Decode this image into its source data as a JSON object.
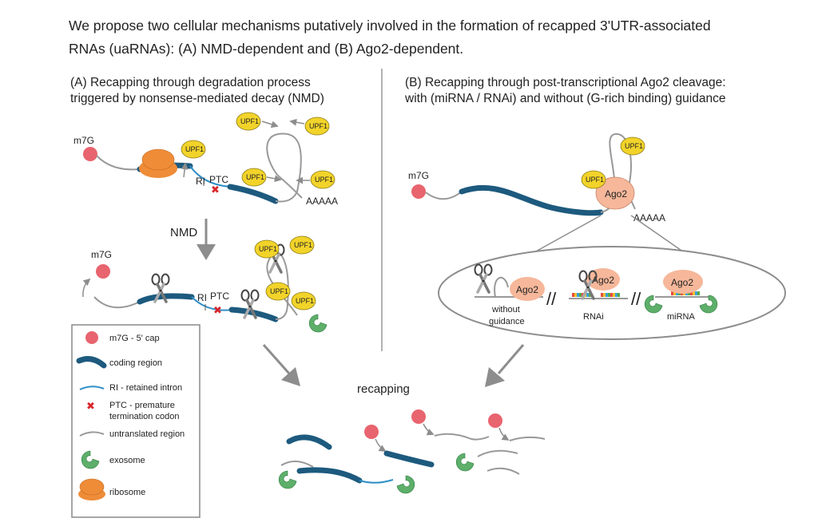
{
  "intro": {
    "line1": "We propose two cellular mechanisms putatively involved in the formation of recapped 3'UTR-associated",
    "line2": "RNAs (uaRNAs): (A) NMD-dependent and (B) Ago2-dependent."
  },
  "panel_a": {
    "title1": "(A) Recapping through degradation process",
    "title2": "triggered by nonsense-mediated decay (NMD)",
    "m7g": "m7G",
    "upf1": "UPF1",
    "ri": "RI",
    "ptc": "PTC",
    "polya": "AAAAA",
    "nmd": "NMD"
  },
  "panel_b": {
    "title1": "(B) Recapping through post-transcriptional Ago2 cleavage:",
    "title2": "with (miRNA / RNAi) and without (G-rich binding) guidance",
    "m7g": "m7G",
    "upf1": "UPF1",
    "ago2": "Ago2",
    "polya": "AAAAA",
    "without1": "without",
    "without2": "guidance",
    "rnai": "RNAi",
    "mirna": "miRNA"
  },
  "recapping": "recapping",
  "legend": {
    "items": [
      {
        "label": "m7G - 5' cap"
      },
      {
        "label": "coding region"
      },
      {
        "label": "RI - retained intron"
      },
      {
        "label": "PTC - premature",
        "label2": "termination codon"
      },
      {
        "label": "untranslated region"
      },
      {
        "label": "exosome"
      },
      {
        "label": "ribosome"
      }
    ]
  },
  "colors": {
    "coding": "#1d5a7e",
    "intron": "#2f8fc7",
    "cap": "#e8646e",
    "upf1": "#f2d32a",
    "ago2": "#f6b79a",
    "exosome": "#5daf6a",
    "ribosome": "#ee8c38",
    "ptc": "#d9262c",
    "arrow": "#8d8d8d"
  }
}
